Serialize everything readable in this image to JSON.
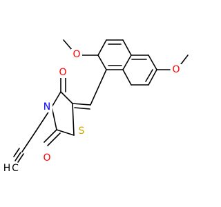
{
  "molecule": {
    "atoms": {
      "o_methoxy_left": "O",
      "o_methoxy_right": "O",
      "o_carbonyl_top": "O",
      "n_ring": "N",
      "s_ring": "S",
      "o_carbonyl_bottom": "O",
      "h_alkyne": "H",
      "c_alkyne": "C"
    }
  },
  "colors": {
    "oxygen": "#ff0000",
    "nitrogen": "#0000ff",
    "sulfur": "#ccaa00",
    "carbon": "#000000",
    "bond": "#000000"
  }
}
